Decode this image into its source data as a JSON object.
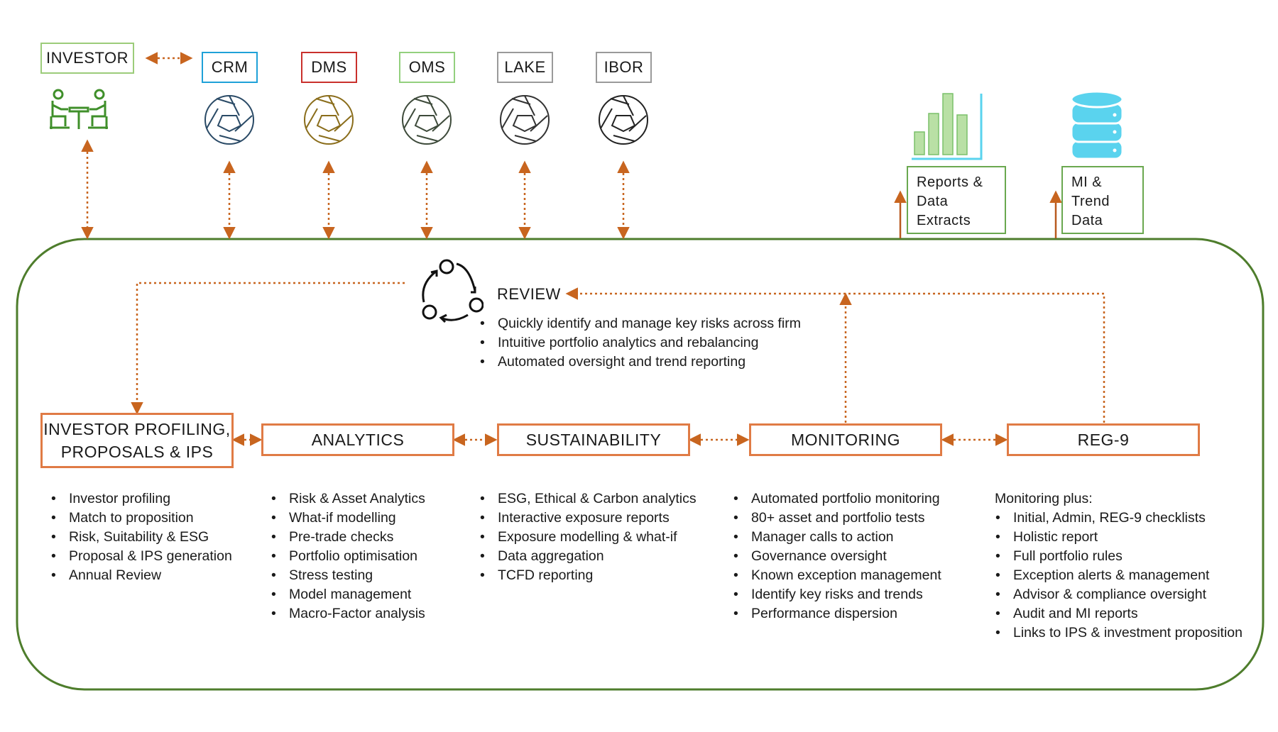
{
  "colors": {
    "orange": "#e07b45",
    "green_container": "#4e7d2c",
    "investor_green": "#9ccc7a",
    "crm_blue": "#1fa1d8",
    "dms_red": "#c9302c",
    "oms_green": "#93d07e",
    "lake_gray": "#9a9a9a",
    "ibor_gray": "#9a9a9a",
    "output_green": "#6aa84f",
    "bar_green": "#b9e0a5",
    "db_blue": "#5ad3ee"
  },
  "systems": [
    {
      "label": "INVESTOR",
      "icon": "people-at-table-icon"
    },
    {
      "label": "CRM",
      "icon": "aperture-icon"
    },
    {
      "label": "DMS",
      "icon": "aperture-icon"
    },
    {
      "label": "OMS",
      "icon": "aperture-icon"
    },
    {
      "label": "LAKE",
      "icon": "aperture-icon"
    },
    {
      "label": "IBOR",
      "icon": "aperture-icon"
    }
  ],
  "outputs": [
    {
      "label": "Reports &\nData\nExtracts",
      "icon": "bar-chart-icon"
    },
    {
      "label": "MI &\nTrend\nData",
      "icon": "database-icon"
    }
  ],
  "review": {
    "title": "REVIEW",
    "icon": "cycle-icon",
    "bullets": [
      "Quickly identify and manage key risks across firm",
      "Intuitive portfolio analytics and rebalancing",
      "Automated oversight and trend reporting"
    ]
  },
  "stages": [
    {
      "title": "INVESTOR PROFILING,\nPROPOSALS & IPS",
      "intro": "",
      "bullets": [
        "Investor profiling",
        "Match to proposition",
        "Risk, Suitability & ESG",
        "Proposal & IPS generation",
        "Annual Review"
      ]
    },
    {
      "title": "ANALYTICS",
      "intro": "",
      "bullets": [
        "Risk & Asset Analytics",
        "What-if modelling",
        "Pre-trade checks",
        "Portfolio optimisation",
        "Stress testing",
        "Model management",
        "Macro-Factor analysis"
      ]
    },
    {
      "title": "SUSTAINABILITY",
      "intro": "",
      "bullets": [
        "ESG, Ethical & Carbon analytics",
        "Interactive exposure reports",
        "Exposure modelling & what-if",
        "Data aggregation",
        "TCFD reporting"
      ]
    },
    {
      "title": "MONITORING",
      "intro": "",
      "bullets": [
        "Automated portfolio monitoring",
        "80+ asset and portfolio tests",
        "Manager calls to action",
        "Governance oversight",
        "Known exception management",
        "Identify key risks and trends",
        "Performance dispersion"
      ]
    },
    {
      "title": "REG-9",
      "intro": "Monitoring plus:",
      "bullets": [
        "Initial, Admin, REG-9 checklists",
        "Holistic report",
        "Full portfolio rules",
        "Exception alerts & management",
        "Advisor & compliance oversight",
        "Audit and MI reports",
        "Links to IPS & investment proposition"
      ]
    }
  ]
}
